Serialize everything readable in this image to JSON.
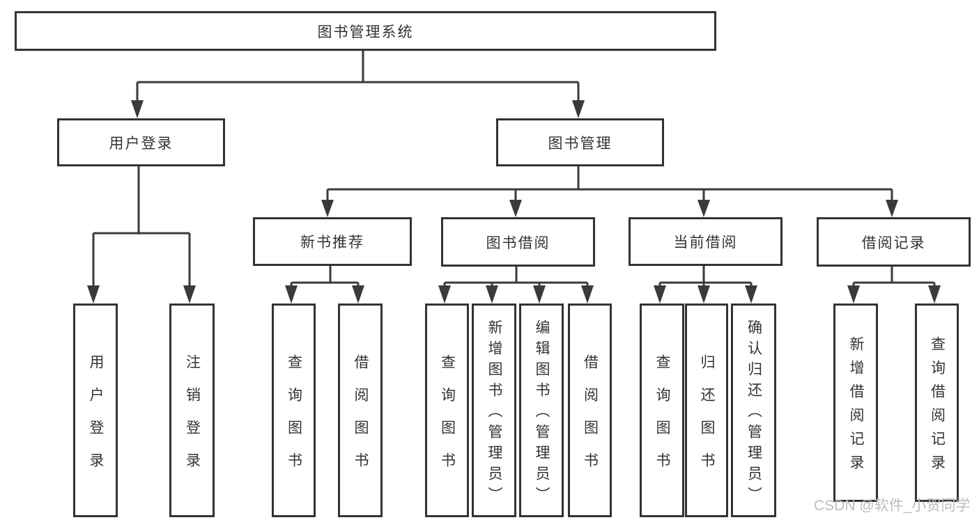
{
  "diagram": {
    "root": {
      "label": "图书管理系统",
      "children": [
        {
          "label": "用户登录",
          "children": [
            {
              "label": "用户登录"
            },
            {
              "label": "注销登录"
            }
          ]
        },
        {
          "label": "图书管理",
          "children": [
            {
              "label": "新书推荐",
              "children": [
                {
                  "label": "查询图书"
                },
                {
                  "label": "借阅图书"
                }
              ]
            },
            {
              "label": "图书借阅",
              "children": [
                {
                  "label": "查询图书"
                },
                {
                  "label": "新增图书（管理员）"
                },
                {
                  "label": "编辑图书（管理员）"
                },
                {
                  "label": "借阅图书"
                }
              ]
            },
            {
              "label": "当前借阅",
              "children": [
                {
                  "label": "查询图书"
                },
                {
                  "label": "归还图书"
                },
                {
                  "label": "确认归还（管理员）"
                }
              ]
            },
            {
              "label": "借阅记录",
              "children": [
                {
                  "label": "新增借阅记录"
                },
                {
                  "label": "查询借阅记录"
                }
              ]
            }
          ]
        }
      ]
    }
  },
  "watermark": {
    "text": "CSDN @软件_小贺同学"
  },
  "colors": {
    "line": "#3a3a3a",
    "border": "#333333",
    "text": "#333333",
    "background": "#ffffff",
    "watermark": "#bdbdbd"
  }
}
